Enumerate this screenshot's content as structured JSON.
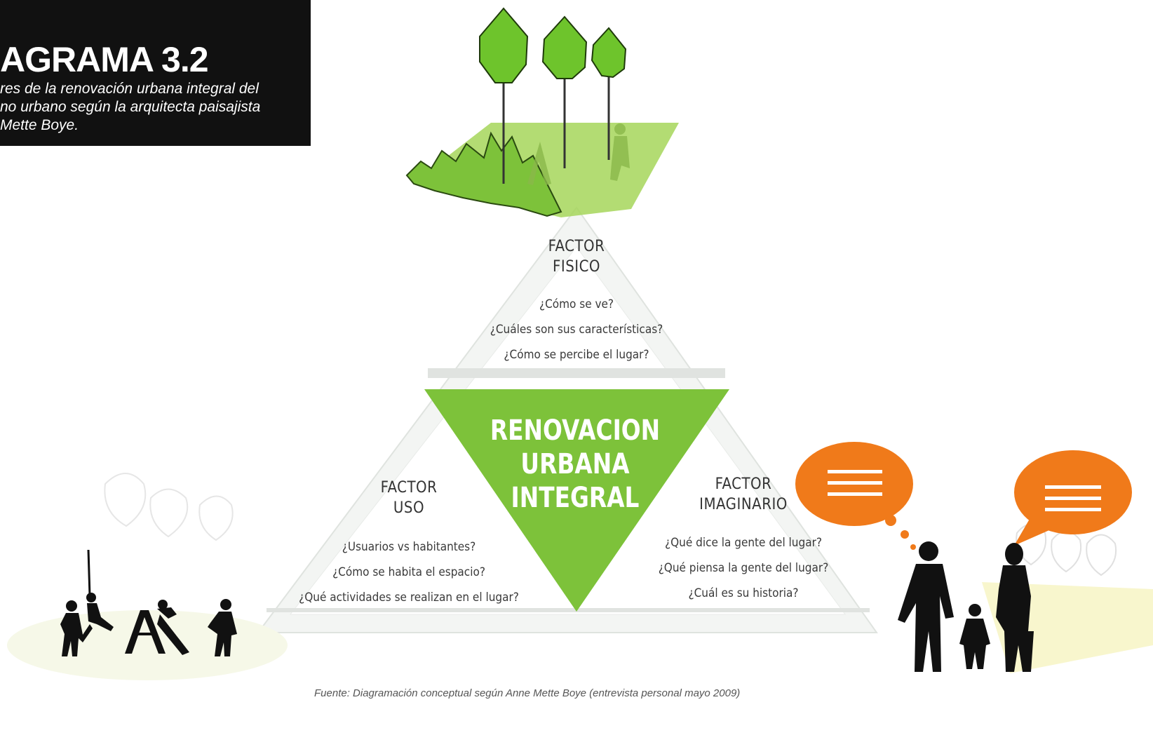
{
  "header": {
    "title": "AGRAMA 3.2",
    "subtitle_lines": [
      "res de la renovación urbana integral del",
      "no urbano según la arquitecta paisajista",
      "Mette Boye."
    ]
  },
  "center": {
    "lines": [
      "RENOVACION",
      "URBANA",
      "INTEGRAL"
    ]
  },
  "factors": {
    "fisico": {
      "title_lines": [
        "FACTOR",
        "FISICO"
      ],
      "questions": [
        "¿Cómo se ve?",
        "¿Cuáles son sus características?",
        "¿Cómo se percibe el lugar?"
      ]
    },
    "uso": {
      "title_lines": [
        "FACTOR",
        "USO"
      ],
      "questions": [
        "¿Usuarios vs habitantes?",
        "¿Cómo se habita el espacio?",
        "¿Qué actividades se realizan en el lugar?"
      ]
    },
    "imaginario": {
      "title_lines": [
        "FACTOR",
        "IMAGINARIO"
      ],
      "questions": [
        "¿Qué dice la gente del lugar?",
        "¿Qué piensa la gente del lugar?",
        "¿Cuál es su historia?"
      ]
    }
  },
  "source": "Fuente: Diagramación conceptual según Anne Mette Boye (entrevista personal mayo 2009)",
  "colors": {
    "green": "#7dc23a",
    "green_light": "#a6d65a",
    "orange": "#f07a1a",
    "frame": "#e4e8e4"
  },
  "icons": [
    "tree-icon",
    "speech-bubble-icon",
    "person-silhouette-icon",
    "slide-icon"
  ]
}
